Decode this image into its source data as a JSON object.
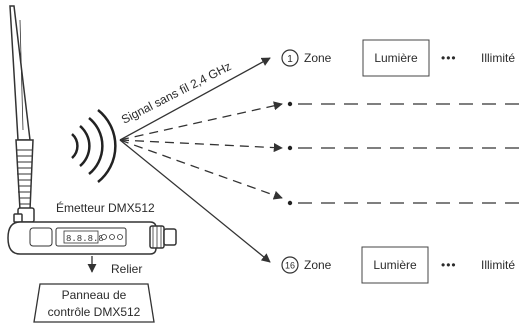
{
  "signal_label": "Signal sans fil 2,4 GHz",
  "transmitter_label": "Émetteur DMX512",
  "connect_label": "Relier",
  "panel_line1": "Panneau de",
  "panel_line2": "contrôle DMX512",
  "zones": [
    {
      "number": "1",
      "zone": "Zone",
      "light": "Lumière",
      "dots": "•••",
      "unlimited": "Illimité"
    },
    {
      "number": "16",
      "zone": "Zone",
      "light": "Lumière",
      "dots": "•••",
      "unlimited": "Illimité"
    }
  ]
}
